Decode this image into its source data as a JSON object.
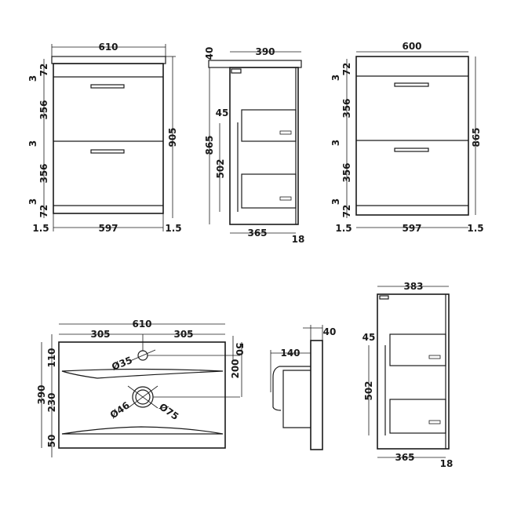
{
  "front_view_basin": {
    "top_width": "610",
    "total_height": "905",
    "plinth_top": "72",
    "gap_top": "3",
    "drawer_1": "356",
    "gap_mid": "3",
    "drawer_2": "356",
    "gap_bottom": "3",
    "plinth_bottom": "72",
    "side_left": "1.5",
    "body_width": "597",
    "side_right": "1.5"
  },
  "side_view_basin": {
    "top_depth": "390",
    "top_thickness": "40",
    "height": "865",
    "drawer_offset": "45",
    "drawer_height": "502",
    "body_depth": "365",
    "door": "18"
  },
  "front_view_unit": {
    "top_width": "600",
    "height": "865",
    "plinth_top": "72",
    "gap_top": "3",
    "drawer_1": "356",
    "gap_mid": "3",
    "drawer_2": "356",
    "gap_bottom": "3",
    "plinth_bottom": "72",
    "side_left": "1.5",
    "body_width": "597",
    "side_right": "1.5"
  },
  "basin_plan": {
    "width": "610",
    "half_left": "305",
    "half_right": "305",
    "depth": "390",
    "front_to_bowl": "110",
    "bowl": "230",
    "back": "50",
    "tap_offset": "50",
    "waste_offset": "200",
    "tap_hole": "Ø35",
    "waste_inner": "Ø46",
    "waste_outer": "Ø75"
  },
  "basin_side": {
    "projection": "140",
    "thickness": "40"
  },
  "side_view_unit": {
    "top_depth": "383",
    "drawer_offset": "45",
    "drawer_height": "502",
    "body_depth": "365",
    "door": "18"
  }
}
